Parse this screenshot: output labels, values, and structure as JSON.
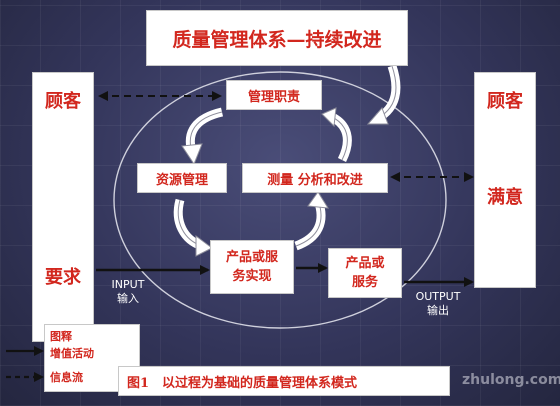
{
  "title": "质量管理体系—持续改进",
  "left": {
    "top": "顾客",
    "bottom": "要求"
  },
  "right": {
    "top": "顾客",
    "bottom": "满意"
  },
  "nodes": {
    "mgmt": "管理职责",
    "resource": "资源管理",
    "measure": "测量 分析和改进",
    "realize_line1": "产品或服",
    "realize_line2": "务实现",
    "product_line1": "产品或",
    "product_line2": "服务"
  },
  "flow": {
    "input_en": "INPUT",
    "input_cn": "输入",
    "output_en": "OUTPUT",
    "output_cn": "输出"
  },
  "legend": {
    "title": "图释",
    "value_activity": "增值活动",
    "info_flow": "信息流"
  },
  "caption": "图1　以过程为基础的质量管理体系模式",
  "watermark": "zhulong.com",
  "colors": {
    "text_red": "#d2271e",
    "background": "#33355a",
    "arrow": "#111111"
  }
}
